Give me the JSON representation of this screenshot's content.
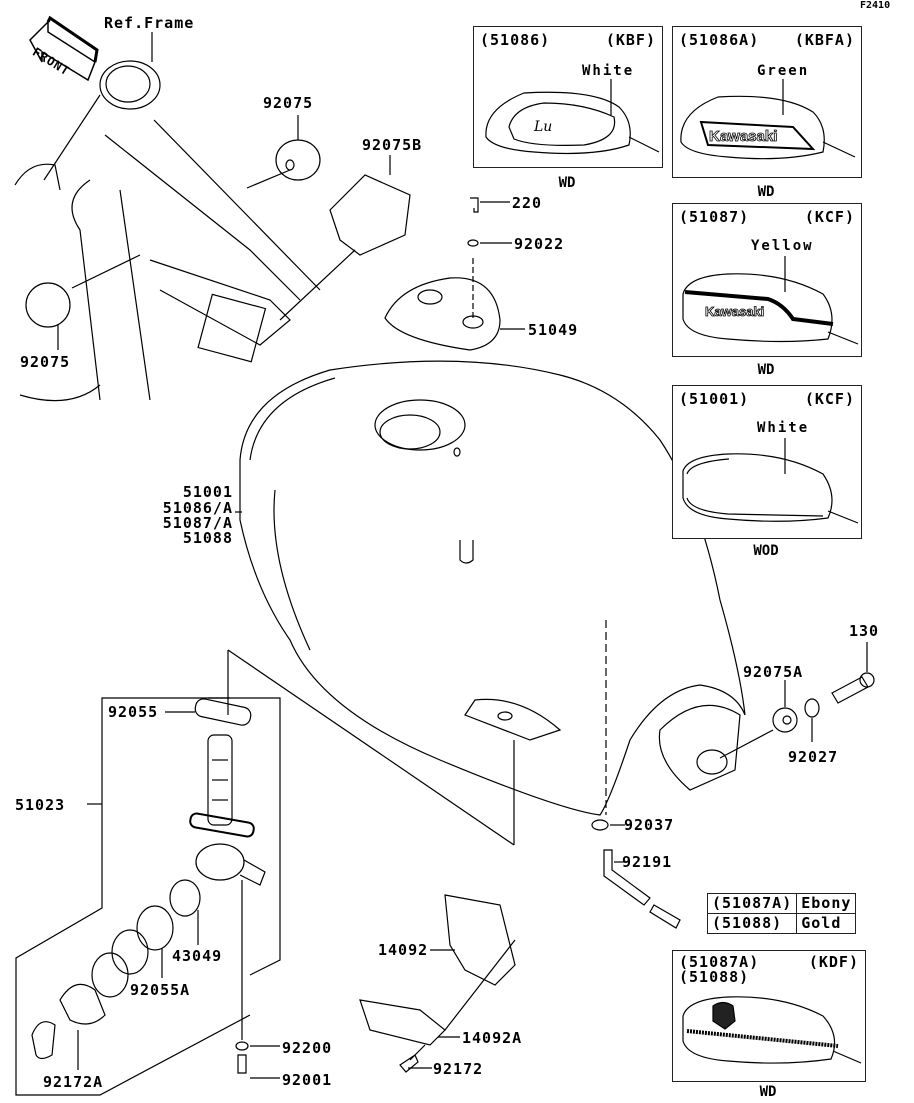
{
  "figure_code": "F2410",
  "reference": {
    "frame_label": "Ref.Frame",
    "front_label": "FRONT"
  },
  "callouts": [
    {
      "id": "ref-frame",
      "text": "Ref.Frame"
    },
    {
      "id": "92075-top",
      "text": "92075"
    },
    {
      "id": "92075b",
      "text": "92075B"
    },
    {
      "id": "92075-left",
      "text": "92075"
    },
    {
      "id": "220",
      "text": "220"
    },
    {
      "id": "92022",
      "text": "92022"
    },
    {
      "id": "51049",
      "text": "51049"
    },
    {
      "id": "tank-1",
      "text": "51001"
    },
    {
      "id": "tank-2",
      "text": "51086/A"
    },
    {
      "id": "tank-3",
      "text": "51087/A"
    },
    {
      "id": "tank-4",
      "text": "51088"
    },
    {
      "id": "130",
      "text": "130"
    },
    {
      "id": "92075a",
      "text": "92075A"
    },
    {
      "id": "92027",
      "text": "92027"
    },
    {
      "id": "92055",
      "text": "92055"
    },
    {
      "id": "51023",
      "text": "51023"
    },
    {
      "id": "43049",
      "text": "43049"
    },
    {
      "id": "92055a",
      "text": "92055A"
    },
    {
      "id": "92172a",
      "text": "92172A"
    },
    {
      "id": "92200",
      "text": "92200"
    },
    {
      "id": "92001",
      "text": "92001"
    },
    {
      "id": "92037",
      "text": "92037"
    },
    {
      "id": "92191",
      "text": "92191"
    },
    {
      "id": "14092",
      "text": "14092"
    },
    {
      "id": "14092a",
      "text": "14092A"
    },
    {
      "id": "92172",
      "text": "92172"
    }
  ],
  "variant_boxes": [
    {
      "part": "(51086)",
      "code": "(KBF)",
      "color": "White",
      "caption": "WD",
      "logo": "script"
    },
    {
      "part": "(51086A)",
      "code": "(KBFA)",
      "color": "Green",
      "caption": "WD",
      "logo": "Kawasaki"
    },
    {
      "part": "(51087)",
      "code": "(KCF)",
      "color": "Yellow",
      "caption": "WD",
      "logo": "Kawasaki"
    },
    {
      "part": "(51001)",
      "code": "(KCF)",
      "color": "White",
      "caption": "WOD",
      "logo": ""
    },
    {
      "part": "(51087A)\n(51088)",
      "part_line1": "(51087A)",
      "part_line2": "(51088)",
      "code": "(KDF)",
      "color": "",
      "caption": "WD",
      "logo": "emblem"
    }
  ],
  "color_legend": [
    {
      "part": "(51087A)",
      "color": "Ebony"
    },
    {
      "part": "(51088)",
      "color": "Gold"
    }
  ]
}
